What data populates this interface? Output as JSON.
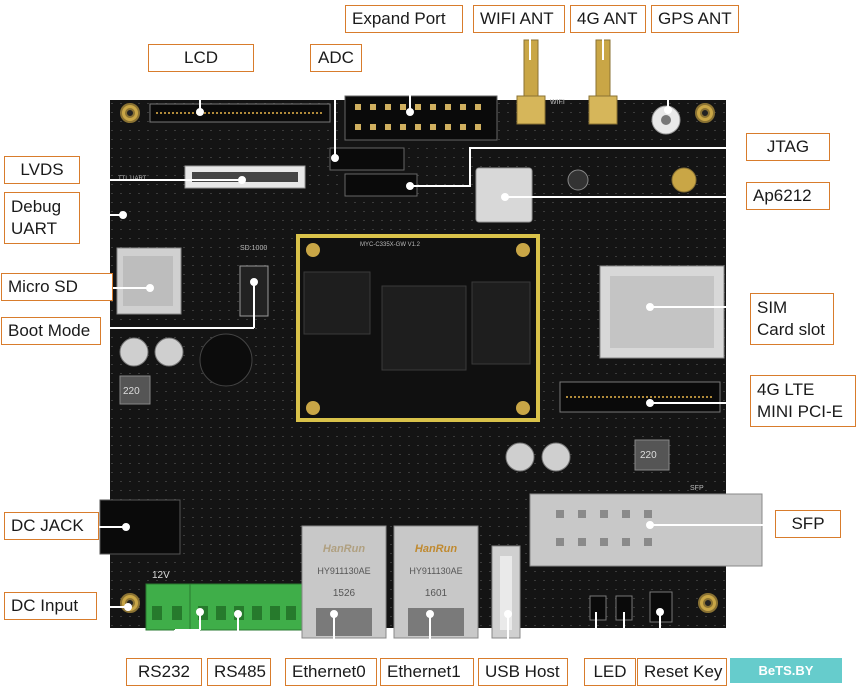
{
  "labels": {
    "lcd": "LCD",
    "adc": "ADC",
    "expand_port": "Expand Port",
    "wifi_ant": "WIFI ANT",
    "ant_4g": "4G ANT",
    "gps_ant": "GPS ANT",
    "jtag": "JTAG",
    "ap6212": "Ap6212",
    "lvds": "LVDS",
    "debug_uart": "Debug UART",
    "micro_sd": "Micro SD",
    "boot_mode": "Boot Mode",
    "sim_card": "SIM Card slot",
    "lte_pcie": "4G LTE MINI PCI-E",
    "dc_jack": "DC JACK",
    "sfp": "SFP",
    "dc_input": "DC Input",
    "rs232": "RS232",
    "rs485": "RS485",
    "ethernet0": "Ethernet0",
    "ethernet1": "Ethernet1",
    "usb_host": "USB Host",
    "led": "LED",
    "reset_key": "Reset Key"
  },
  "board": {
    "jack_brand_0": "HanRun",
    "jack_brand_1": "HanRun",
    "jack_part_0": "HY911130AE",
    "jack_part_1": "HY911130AE",
    "jack_code_0": "1526",
    "jack_code_1": "1601",
    "som_label": "MYC-C335X-GW V1.2",
    "dc_voltage": "12V",
    "cap_value": "220",
    "switch_label": "SD:1000",
    "sfp_silk": "SFP",
    "wifi_silk": "WIFI",
    "uart_silk": "TTL UART"
  },
  "watermark": "BeTS.BY",
  "colors": {
    "callout_border": "#d87c2c",
    "board": "#151515",
    "som_border": "#d9c24a",
    "terminal_green": "#3fae49",
    "gold": "#c9a646"
  }
}
